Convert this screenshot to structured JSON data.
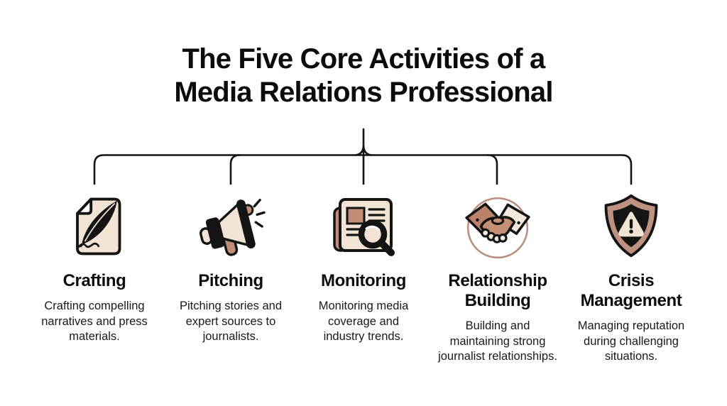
{
  "title": {
    "line1": "The Five Core Activities of a",
    "line2": "Media Relations Professional"
  },
  "items": [
    {
      "label": "Crafting",
      "description": "Crafting compelling narratives and press materials.",
      "icon": "quill-document-icon"
    },
    {
      "label": "Pitching",
      "description": "Pitching stories and expert sources to journalists.",
      "icon": "megaphone-icon"
    },
    {
      "label": "Monitoring",
      "description": "Monitoring media coverage and industry trends.",
      "icon": "newspaper-magnifier-icon"
    },
    {
      "label": "Relationship Building",
      "description": "Building and maintaining strong journalist relationships.",
      "icon": "handshake-icon"
    },
    {
      "label": "Crisis Management",
      "description": "Managing reputation during challenging situations.",
      "icon": "shield-warning-icon"
    }
  ],
  "colors": {
    "background": "#FFFFFF",
    "line": "#141414",
    "text": "#0d0d0d",
    "beige": "#F2E4D4",
    "tan": "#C08D76",
    "dark_tan": "#BC8269",
    "light_cream": "#F2E8DC",
    "clasp_tan": "#C58F73",
    "shield_border": "#BE9180",
    "circle_brown": "#B98D7C"
  }
}
